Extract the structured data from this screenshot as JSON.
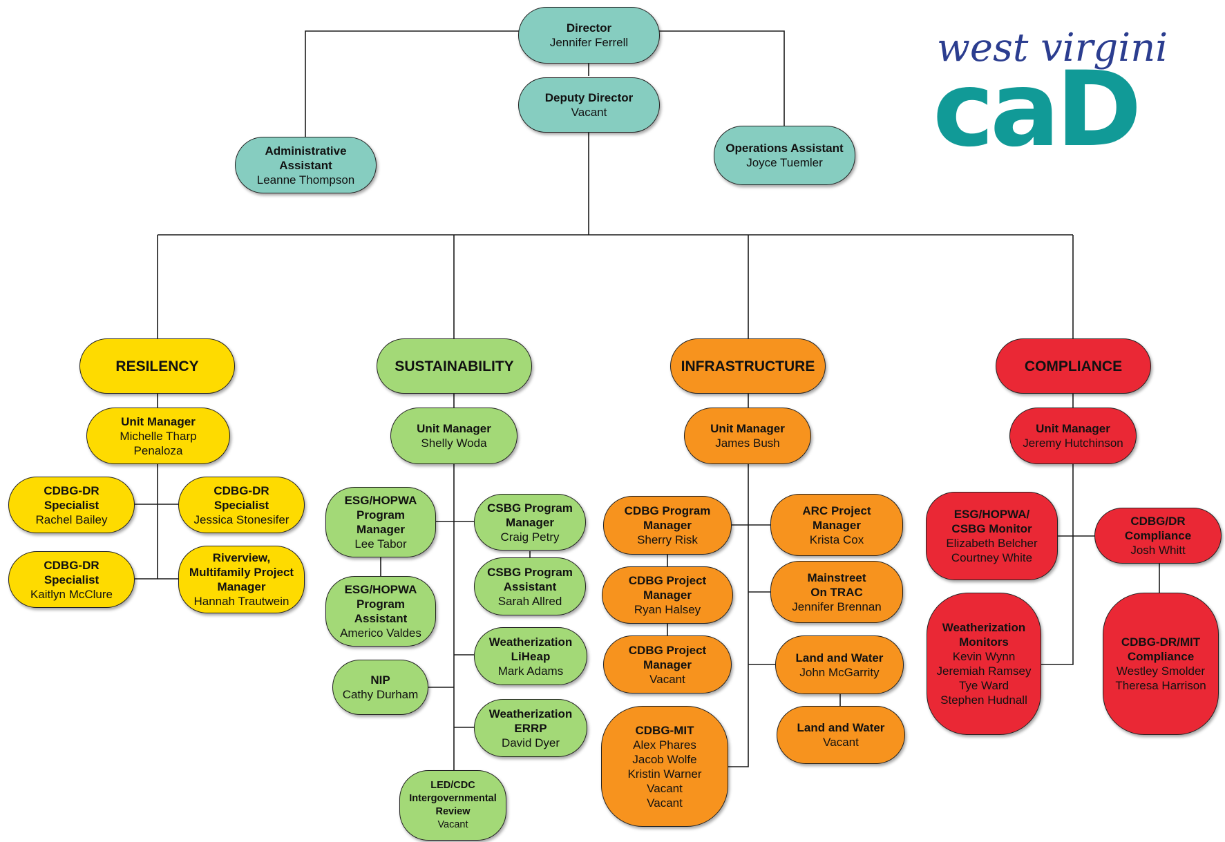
{
  "top": {
    "director": {
      "title": "Director",
      "person": "Jennifer Ferrell"
    },
    "deputy": {
      "title": "Deputy Director",
      "person": "Vacant"
    },
    "admin": {
      "title": "Administrative\nAssistant",
      "person": "Leanne Thompson"
    },
    "ops": {
      "title": "Operations Assistant",
      "person": "Joyce Tuemler"
    }
  },
  "logo": {
    "line1": "west virginia",
    "line2": "caD"
  },
  "colors": {
    "teal": "#86cdc0",
    "yellow": "#fedb00",
    "green": "#a3d977",
    "orange": "#f7931e",
    "red": "#ea2835",
    "logo_blue": "#2b3d8f",
    "logo_teal": "#119a97"
  },
  "resiliency": {
    "label": "RESILENCY",
    "manager": {
      "title": "Unit Manager",
      "person": "Michelle Tharp\nPenaloza"
    },
    "s1": {
      "title": "CDBG-DR\nSpecialist",
      "person": "Rachel Bailey"
    },
    "s2": {
      "title": "CDBG-DR\nSpecialist",
      "person": "Jessica Stonesifer"
    },
    "s3": {
      "title": "CDBG-DR\nSpecialist",
      "person": "Kaitlyn McClure"
    },
    "s4": {
      "title": "Riverview,\nMultifamily Project\nManager",
      "person": "Hannah Trautwein"
    }
  },
  "sustainability": {
    "label": "SUSTAINABILITY",
    "manager": {
      "title": "Unit Manager",
      "person": "Shelly Woda"
    },
    "esg1": {
      "title": "ESG/HOPWA\nProgram\nManager",
      "person": "Lee Tabor"
    },
    "esg2": {
      "title": "ESG/HOPWA\nProgram\nAssistant",
      "person": "Americo Valdes"
    },
    "nip": {
      "title": "NIP",
      "person": "Cathy Durham"
    },
    "csbg1": {
      "title": "CSBG Program\nManager",
      "person": "Craig Petry"
    },
    "csbg2": {
      "title": "CSBG Program\nAssistant",
      "person": "Sarah Allred"
    },
    "wx1": {
      "title": "Weatherization\nLiHeap",
      "person": "Mark Adams"
    },
    "wx2": {
      "title": "Weatherization\nERRP",
      "person": "David Dyer"
    },
    "led": {
      "title": "LED/CDC\nIntergovernmental\nReview",
      "person": "Vacant"
    }
  },
  "infrastructure": {
    "label": "INFRASTRUCTURE",
    "manager": {
      "title": "Unit Manager",
      "person": "James Bush"
    },
    "c1": {
      "title": "CDBG Program\nManager",
      "person": "Sherry Risk"
    },
    "c2": {
      "title": "CDBG Project\nManager",
      "person": "Ryan Halsey"
    },
    "c3": {
      "title": "CDBG Project\nManager",
      "person": "Vacant"
    },
    "c4": {
      "title": "CDBG-MIT",
      "person": "Alex Phares\nJacob Wolfe\nKristin Warner\nVacant\nVacant"
    },
    "arc": {
      "title": "ARC Project\nManager",
      "person": "Krista Cox"
    },
    "main": {
      "title": "Mainstreet\nOn TRAC",
      "person": "Jennifer Brennan"
    },
    "lw1": {
      "title": "Land and Water",
      "person": "John McGarrity"
    },
    "lw2": {
      "title": "Land and Water",
      "person": "Vacant"
    }
  },
  "compliance": {
    "label": "COMPLIANCE",
    "manager": {
      "title": "Unit Manager",
      "person": "Jeremy Hutchinson"
    },
    "mon": {
      "title": "ESG/HOPWA/\nCSBG Monitor",
      "person": "Elizabeth Belcher\nCourtney White"
    },
    "wxm": {
      "title": "Weatherization\nMonitors",
      "person": "Kevin Wynn\nJeremiah Ramsey\nTye Ward\nStephen Hudnall"
    },
    "dr": {
      "title": "CDBG/DR\nCompliance",
      "person": "Josh Whitt"
    },
    "mit": {
      "title": "CDBG-DR/MIT\nCompliance",
      "person": "Westley Smolder\nTheresa Harrison"
    }
  }
}
